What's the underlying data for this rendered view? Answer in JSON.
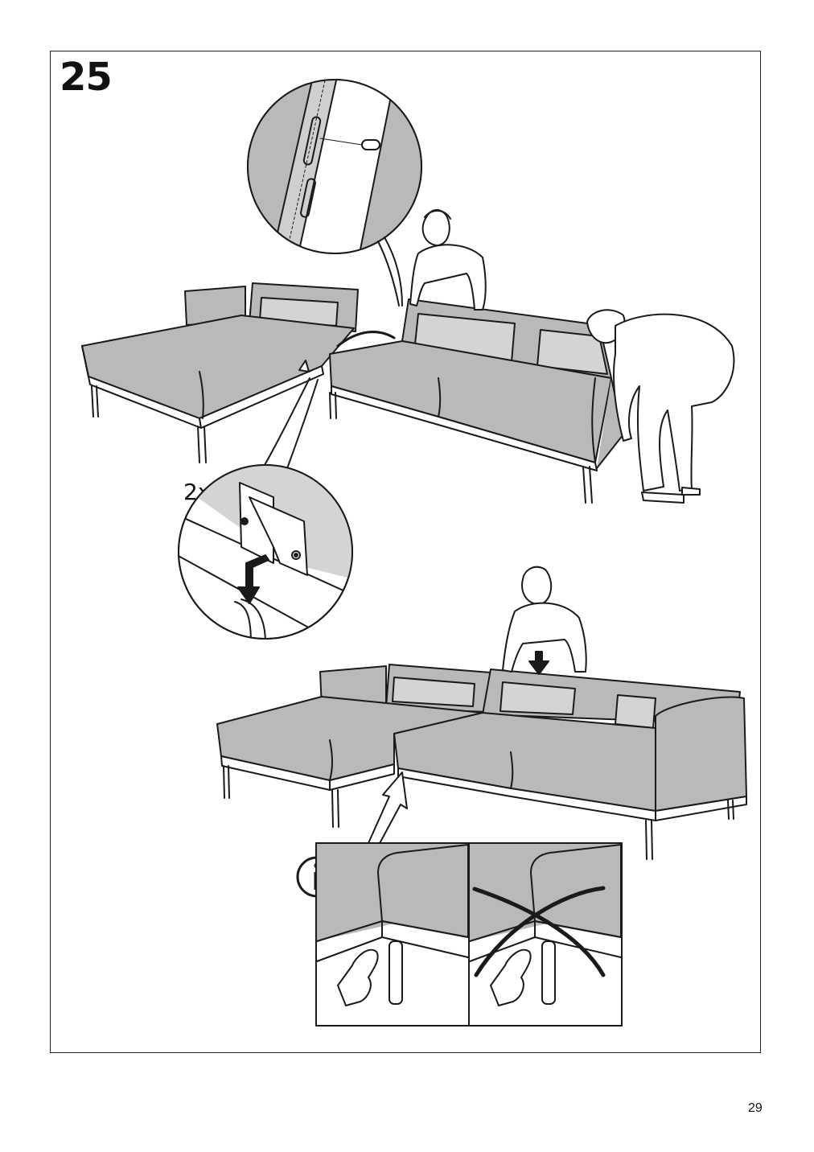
{
  "step": {
    "number": "25"
  },
  "detail_clip": {
    "quantity": "2x"
  },
  "footer": {
    "page_number": "29"
  },
  "colors": {
    "fill_grey": "#b9b9b9",
    "light_grey": "#d4d4d4",
    "outline": "#1a1a1a"
  },
  "icons": [
    "info-icon",
    "hand-pointing-icon",
    "cross-mark-icon",
    "arrow-down-icon",
    "arrow-up-icon"
  ]
}
